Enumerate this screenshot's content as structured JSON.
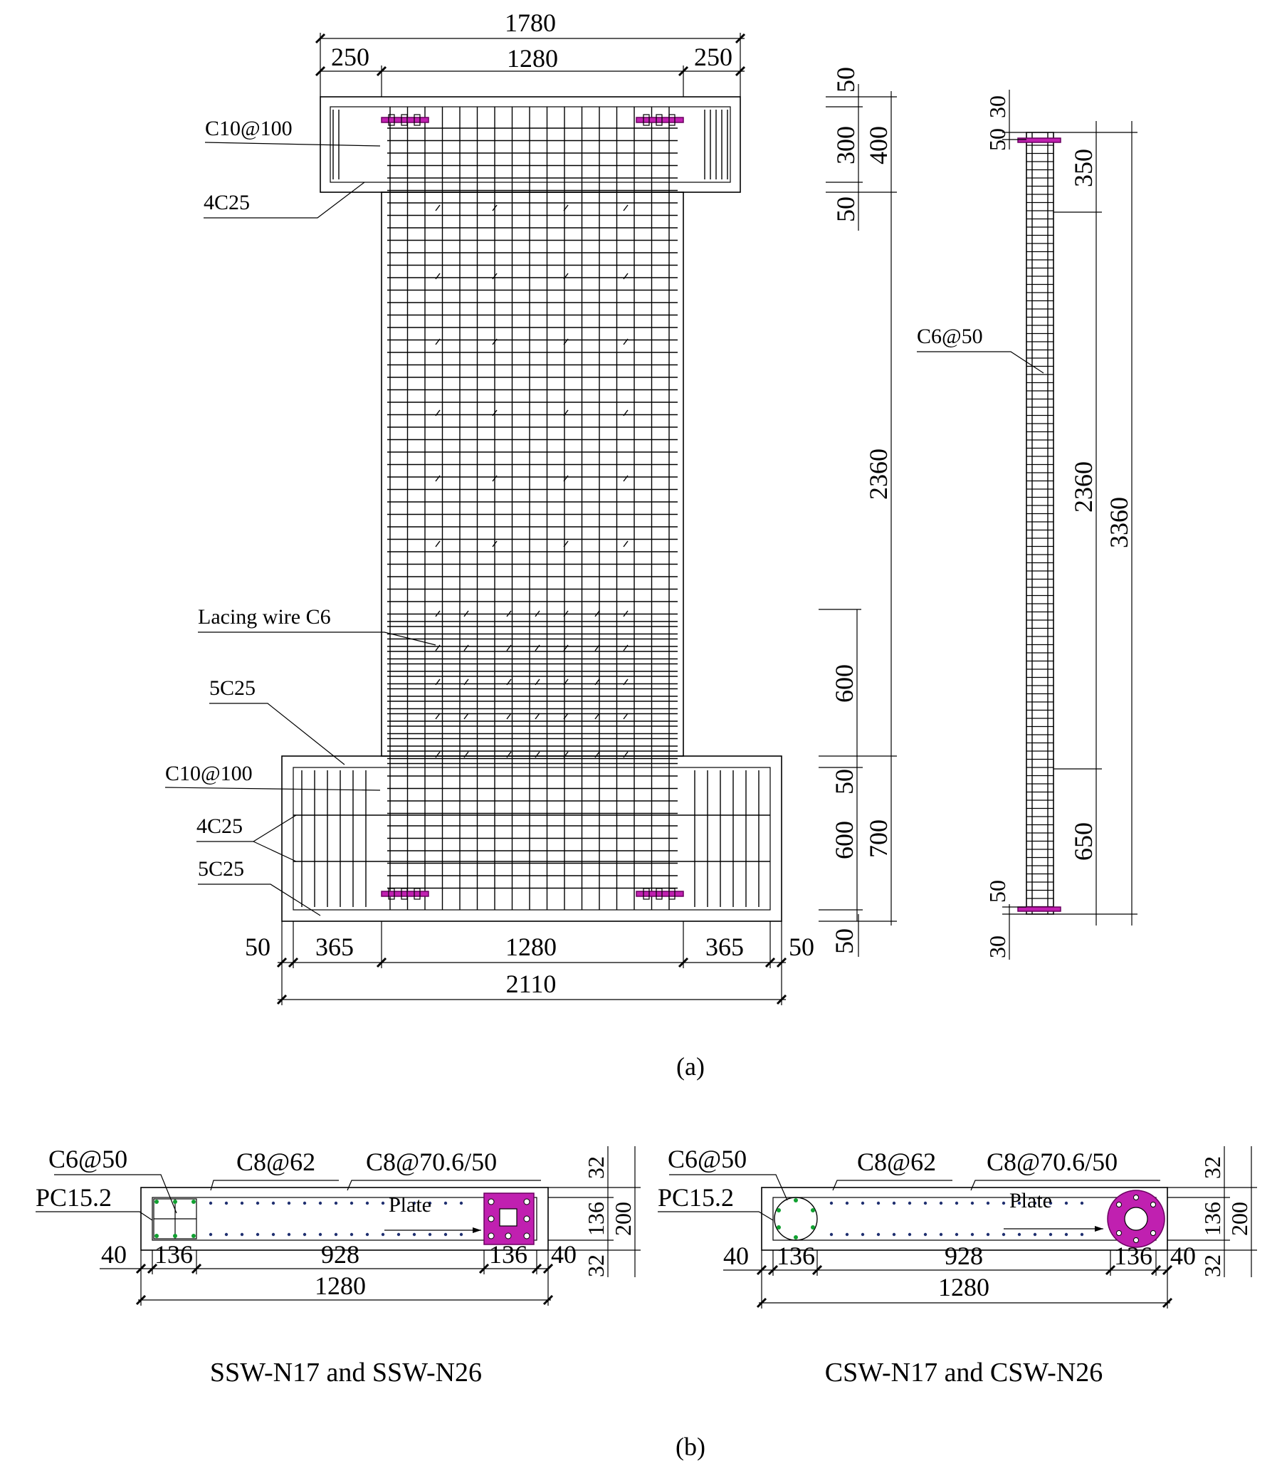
{
  "elevation": {
    "dims_top": {
      "overall": "1780",
      "left": "250",
      "mid": "1280",
      "right": "250"
    },
    "dims_bottom": {
      "left_cover": "50",
      "left": "365",
      "mid": "1280",
      "right": "365",
      "right_cover": "50",
      "overall": "2110"
    },
    "dims_right": {
      "top_cover": "50",
      "beam_inner": "300",
      "beam": "400",
      "cover2": "50",
      "wall": "2360",
      "zone": "600",
      "base_cover": "50",
      "base_inner": "600",
      "base": "700",
      "bottom_cover": "50"
    },
    "labels": {
      "c10_top": "C10@100",
      "bars_top": "4C25",
      "lacing": "Lacing wire C6",
      "bars_5c25_upper": "5C25",
      "c10_bottom": "C10@100",
      "bars_4c25_lower": "4C25",
      "bars_5c25_lower": "5C25"
    }
  },
  "side_view": {
    "label": "C6@50",
    "dims_left": {
      "top_a": "50",
      "top_b": "30",
      "bottom_a": "50",
      "bottom_b": "30"
    },
    "dims_right": {
      "top": "350",
      "wall": "2360",
      "bottom": "650",
      "overall": "3360"
    }
  },
  "caption_a": "(a)",
  "section_left": {
    "labels": {
      "stirrup": "C6@50",
      "strand": "PC15.2",
      "bar1": "C8@62",
      "bar2": "C8@70.6/50",
      "plate": "Plate"
    },
    "dims_bottom": {
      "c1": "40",
      "b1": "136",
      "mid": "928",
      "b2": "136",
      "c2": "40",
      "overall": "1280"
    },
    "dims_right": {
      "t": "32",
      "core": "136",
      "b": "32",
      "overall": "200"
    },
    "title": "SSW-N17 and SSW-N26"
  },
  "section_right": {
    "labels": {
      "stirrup": "C6@50",
      "strand": "PC15.2",
      "bar1": "C8@62",
      "bar2": "C8@70.6/50",
      "plate": "Plate"
    },
    "dims_bottom": {
      "c1": "40",
      "b1": "136",
      "mid": "928",
      "b2": "136",
      "c2": "40",
      "overall": "1280"
    },
    "dims_right": {
      "t": "32",
      "core": "136",
      "b": "32",
      "overall": "200"
    },
    "title": "CSW-N17 and CSW-N26"
  },
  "caption_b": "(b)",
  "colors": {
    "plate": "#c020b0",
    "line": "#000000"
  }
}
